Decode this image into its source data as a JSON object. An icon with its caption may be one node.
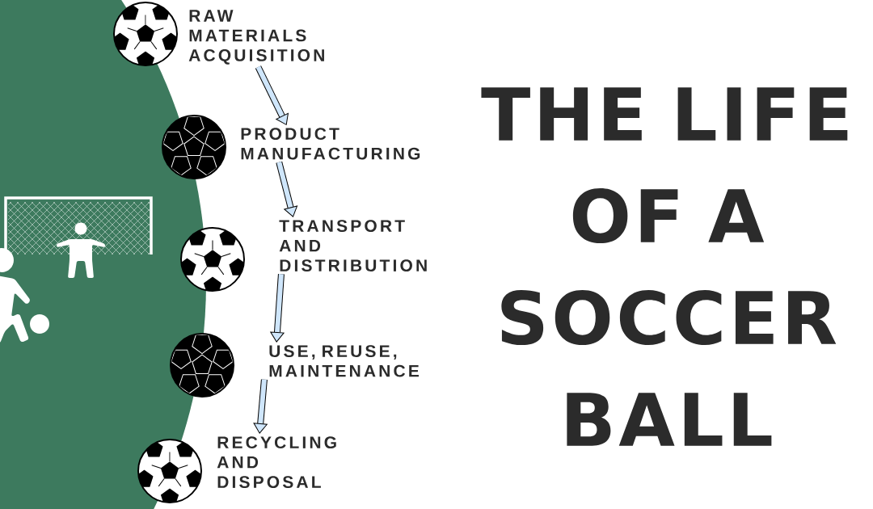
{
  "diagram": {
    "title": "THE LIFE OF A SOCCER BALL",
    "nodes": [
      {
        "text": [
          "RAW MATERIALS ACQUISITION"
        ]
      },
      {
        "text": [
          "PRODUCT MANUFACTURING"
        ]
      },
      {
        "text": [
          "TRANSPORT AND DISTRIBUTION"
        ]
      },
      {
        "text": [
          "USE, REUSE, MAINTENANCE"
        ]
      },
      {
        "text": [
          "RECYCLING AND DISPOSAL"
        ]
      }
    ],
    "edges": [
      {
        "from": 0,
        "to": 1,
        "arrow": "to"
      },
      {
        "from": 1,
        "to": 2,
        "arrow": "to"
      },
      {
        "from": 2,
        "to": 3,
        "arrow": "to"
      },
      {
        "from": 3,
        "to": 4,
        "arrow": "to"
      }
    ]
  }
}
